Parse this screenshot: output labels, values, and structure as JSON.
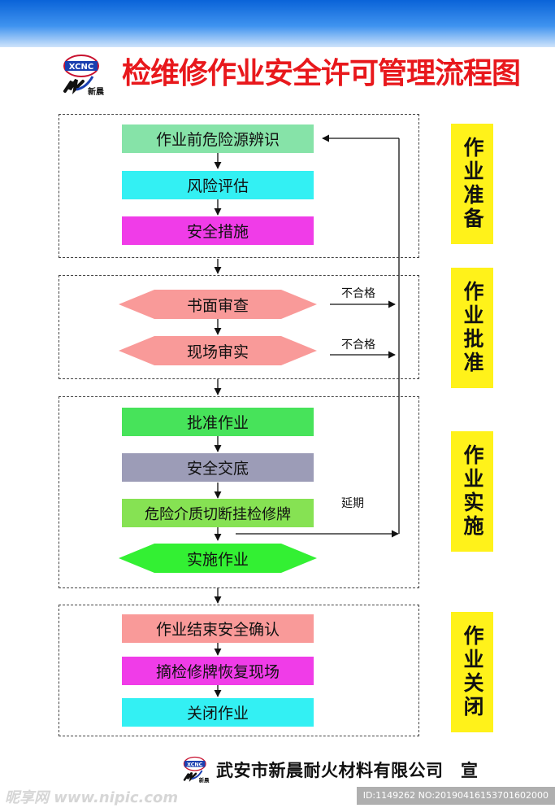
{
  "header": {
    "title": "检维修作业安全许可管理流程图",
    "logo_text": "XCNC",
    "logo_caption": "新晨"
  },
  "flow": {
    "prep": {
      "hazard_identification": "作业前危险源辨识",
      "risk_assessment": "风险评估",
      "safety_measures": "安全措施"
    },
    "approval": {
      "written_review": "书面审查",
      "onsite_review": "现场审实",
      "reject_label_1": "不合格",
      "reject_label_2": "不合格"
    },
    "implementation": {
      "approve_work": "批准作业",
      "safety_briefing": "安全交底",
      "isolate_and_tag": "危险介质切断挂检修牌",
      "carry_out_work": "实施作业",
      "extension_label": "延期"
    },
    "closure": {
      "completion_confirmation": "作业结束安全确认",
      "remove_tags": "摘检修牌恢复现场",
      "close_work": "关闭作业"
    }
  },
  "stages": {
    "prep": "作业准备",
    "approval": "作业批准",
    "implementation": "作业实施",
    "closure": "作业关闭"
  },
  "footer": {
    "company": "武安市新晨耐火材料有限公司　宣",
    "logo_text": "XCNC",
    "logo_caption": "新晨"
  },
  "watermark": {
    "site": "昵享网 www.nipic.com",
    "id_line": "ID:1149262 NO:20190416153701602000"
  },
  "colors": {
    "title": "#e8181c",
    "hazard_box": "#86e3a8",
    "risk_box": "#33f0f3",
    "measures_box": "#f03ce8",
    "review_diamond": "#f99a99",
    "approve_box": "#47e35a",
    "briefing_box": "#9c9cb7",
    "isolate_box": "#86e253",
    "work_diamond": "#33f033",
    "confirm_box": "#f99a99",
    "remove_tags_box": "#f03ce8",
    "close_box": "#33f0f3",
    "stage_bg": "#fff21a"
  }
}
